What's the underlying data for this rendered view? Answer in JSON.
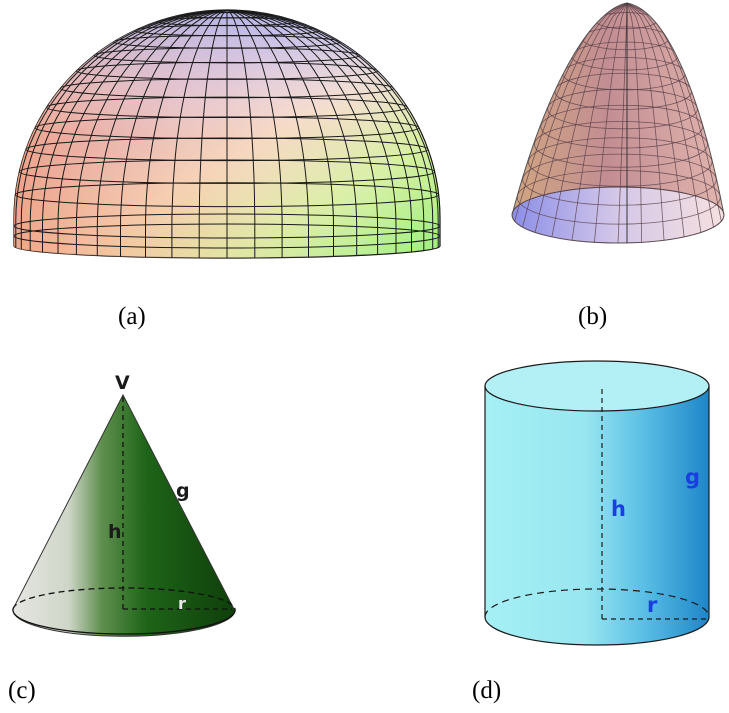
{
  "figures": {
    "hemisphere": {
      "caption": "(a)"
    },
    "paraboloid": {
      "caption": "(b)"
    },
    "cone": {
      "caption": "(c)",
      "labels": {
        "vertex": "V",
        "height": "h",
        "slant": "g",
        "radius": "r"
      }
    },
    "cylinder": {
      "caption": "(d)",
      "labels": {
        "height": "h",
        "generatrix": "g",
        "radius": "r"
      }
    }
  },
  "colors": {
    "cone_dark": "#0f4a0b",
    "cone_light": "#e6e6e2",
    "cylinder_light": "#a5f0f5",
    "cylinder_dark": "#1e86c8",
    "label_blue": "#1a3fe0"
  }
}
